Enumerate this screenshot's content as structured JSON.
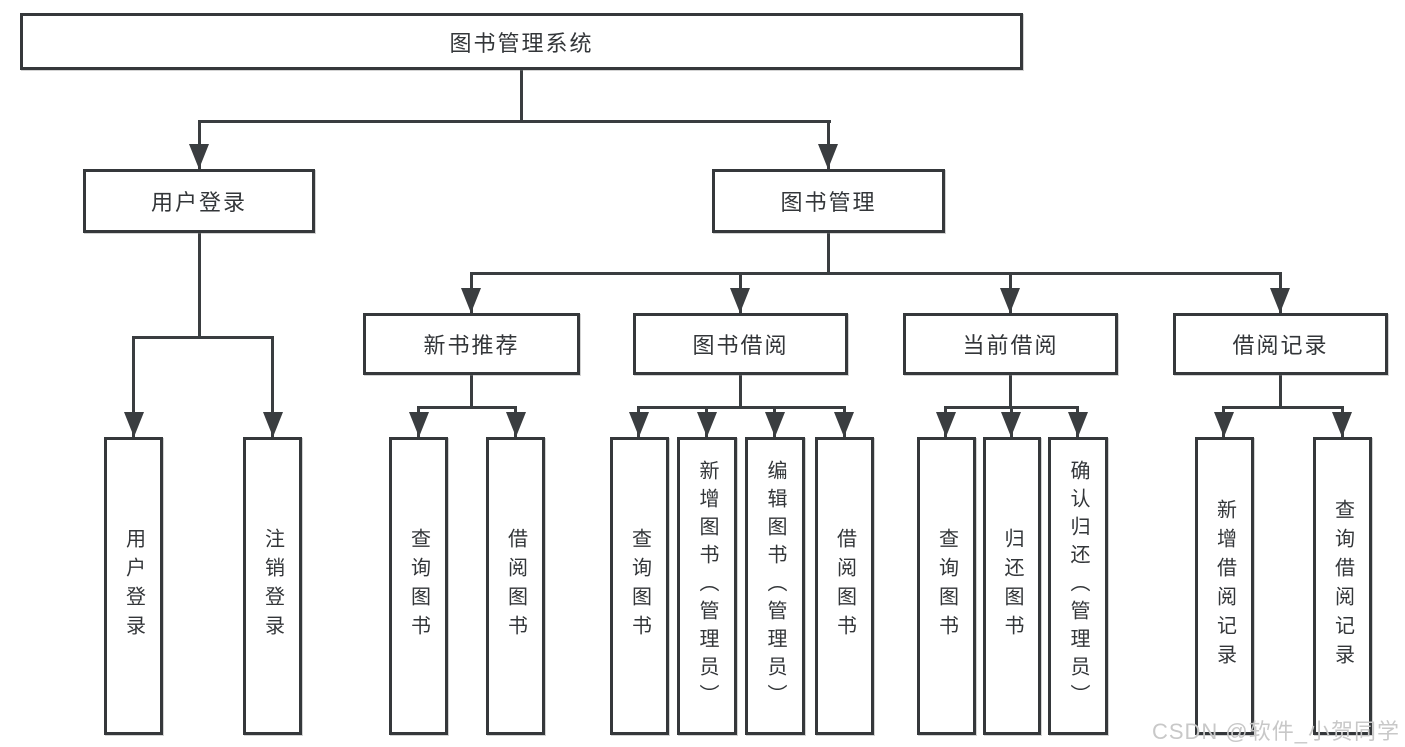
{
  "diagram": {
    "type": "tree",
    "root": {
      "label": "图书管理系统",
      "children": [
        {
          "label": "用户登录",
          "children": [
            {
              "label": "用户登录"
            },
            {
              "label": "注销登录"
            }
          ]
        },
        {
          "label": "图书管理",
          "children": [
            {
              "label": "新书推荐",
              "children": [
                {
                  "label": "查询图书"
                },
                {
                  "label": "借阅图书"
                }
              ]
            },
            {
              "label": "图书借阅",
              "children": [
                {
                  "label": "查询图书"
                },
                {
                  "label": "新增图书（管理员）"
                },
                {
                  "label": "编辑图书（管理员）"
                },
                {
                  "label": "借阅图书"
                }
              ]
            },
            {
              "label": "当前借阅",
              "children": [
                {
                  "label": "查询图书"
                },
                {
                  "label": "归还图书"
                },
                {
                  "label": "确认归还（管理员）"
                }
              ]
            },
            {
              "label": "借阅记录",
              "children": [
                {
                  "label": "新增借阅记录"
                },
                {
                  "label": "查询借阅记录"
                }
              ]
            }
          ]
        }
      ]
    },
    "line_color": "#3a3d40",
    "border_color": "#35383b"
  },
  "watermark": "CSDN @软件_小贺同学"
}
